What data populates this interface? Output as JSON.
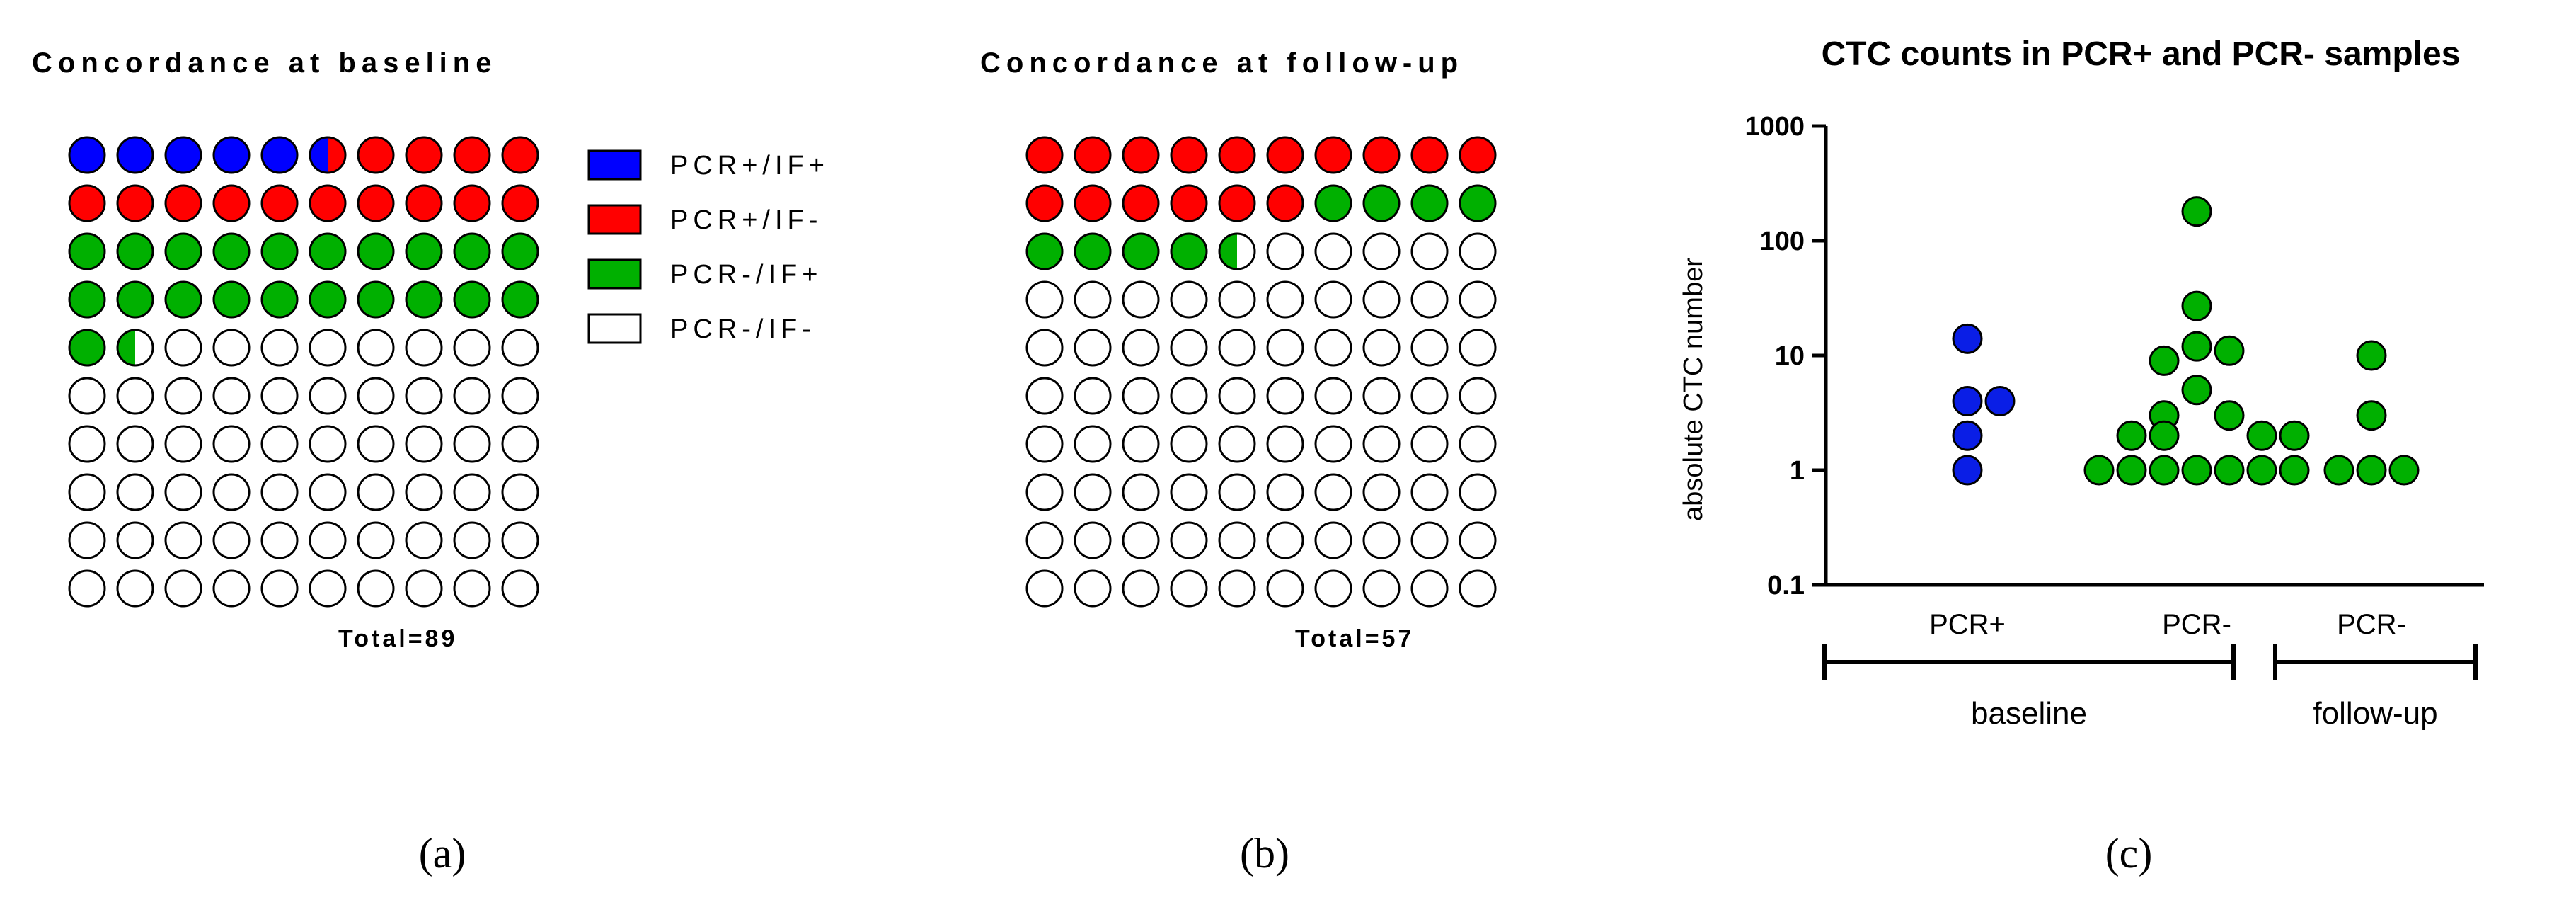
{
  "colors": {
    "pcr_pos_if_pos": "#0000ff",
    "pcr_pos_if_neg": "#ff0000",
    "pcr_neg_if_pos": "#00b000",
    "pcr_neg_if_neg": "#ffffff",
    "outline": "#000000",
    "baseline_pcr_pos_points": "#0a1ee6",
    "pcr_neg_points": "#00b000"
  },
  "panel_labels": [
    "(a)",
    "(b)",
    "(c)"
  ],
  "chart_data": [
    {
      "type": "waffle",
      "title": "Concordance at baseline",
      "grid": {
        "rows": 10,
        "cols": 10
      },
      "categories": [
        "PCR+/IF+",
        "PCR+/IF-",
        "PCR-/IF+",
        "PCR-/IF-"
      ],
      "values": [
        5.5,
        14.5,
        21.5,
        58.5
      ],
      "unit": "%",
      "total_label": "Total=89",
      "legend": {
        "position": "right",
        "entries": [
          "PCR+/IF+",
          "PCR+/IF-",
          "PCR-/IF+",
          "PCR-/IF-"
        ]
      }
    },
    {
      "type": "waffle",
      "title": "Concordance at follow-up",
      "grid": {
        "rows": 10,
        "cols": 10
      },
      "categories": [
        "PCR+/IF+",
        "PCR+/IF-",
        "PCR-/IF+",
        "PCR-/IF-"
      ],
      "values": [
        0,
        16,
        8.5,
        75.5
      ],
      "unit": "%",
      "total_label": "Total=57"
    },
    {
      "type": "scatter",
      "title": "CTC counts in PCR+ and PCR- samples",
      "ylabel": "absolute CTC number",
      "yscale": "log",
      "ylim": [
        0.1,
        1000
      ],
      "yticks": [
        "0.1",
        "1",
        "10",
        "100",
        "1000"
      ],
      "categories": [
        "PCR+",
        "PCR-",
        "PCR-"
      ],
      "groups": [
        {
          "label": "baseline",
          "spans": [
            0,
            1
          ]
        },
        {
          "label": "follow-up",
          "spans": [
            2,
            2
          ]
        }
      ],
      "series": [
        {
          "category_index": 0,
          "values": [
            14,
            4,
            4,
            2,
            1
          ]
        },
        {
          "category_index": 1,
          "values": [
            180,
            27,
            12,
            11,
            9,
            5,
            3,
            3,
            2,
            2,
            2,
            2,
            1,
            1,
            1,
            1,
            1,
            1,
            1
          ]
        },
        {
          "category_index": 2,
          "values": [
            10,
            3,
            1,
            1,
            1
          ]
        }
      ],
      "grid": false
    }
  ]
}
